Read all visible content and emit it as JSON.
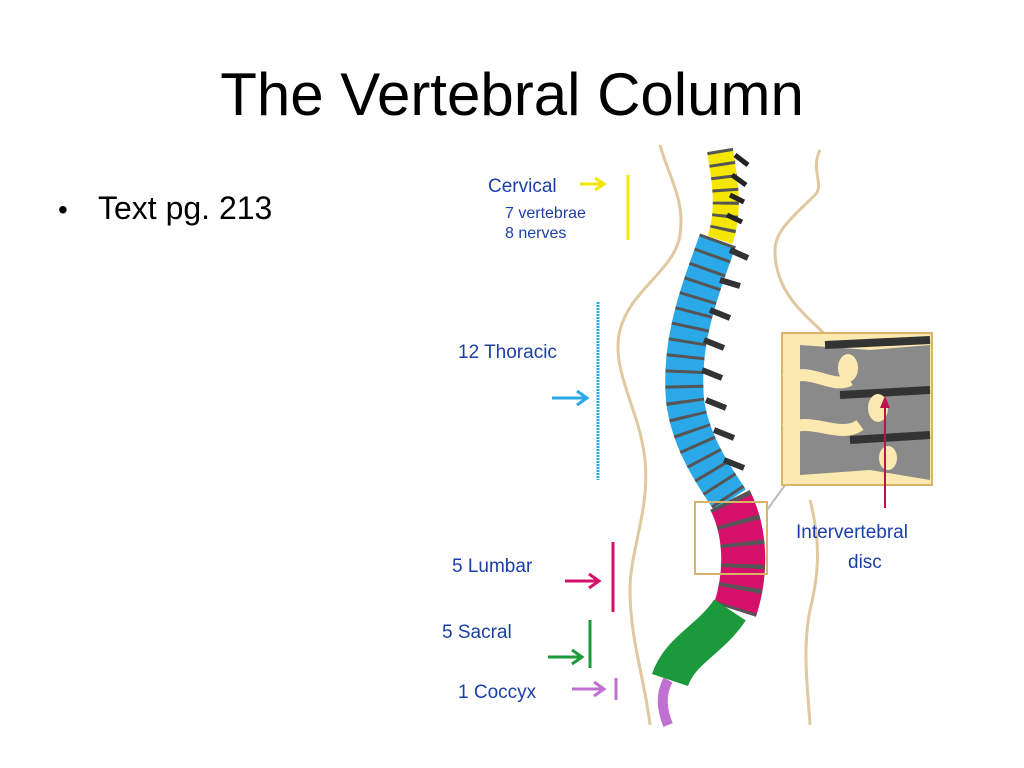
{
  "slide": {
    "title": "The Vertebral Column",
    "bullets": [
      "Text pg. 213"
    ]
  },
  "diagram": {
    "labels": {
      "cervical": "Cervical",
      "cervical_line1": "7 vertebrae",
      "cervical_line2": "8 nerves",
      "thoracic": "12 Thoracic",
      "lumbar": "5 Lumbar",
      "sacral": "5 Sacral",
      "coccyx": "1 Coccyx",
      "disc_line1": "Intervertebral",
      "disc_line2": "disc"
    },
    "colors": {
      "cervical": "#f5e600",
      "thoracic": "#2aa8e8",
      "lumbar": "#d4106a",
      "sacral": "#1a9a3a",
      "coccyx": "#c070d0",
      "label_text": "#1a3fa8",
      "body_outline": "#e0c8a0",
      "disc_background": "#fbe9b0",
      "disc": "#333333",
      "bone_gray": "#8a8a8a"
    }
  }
}
